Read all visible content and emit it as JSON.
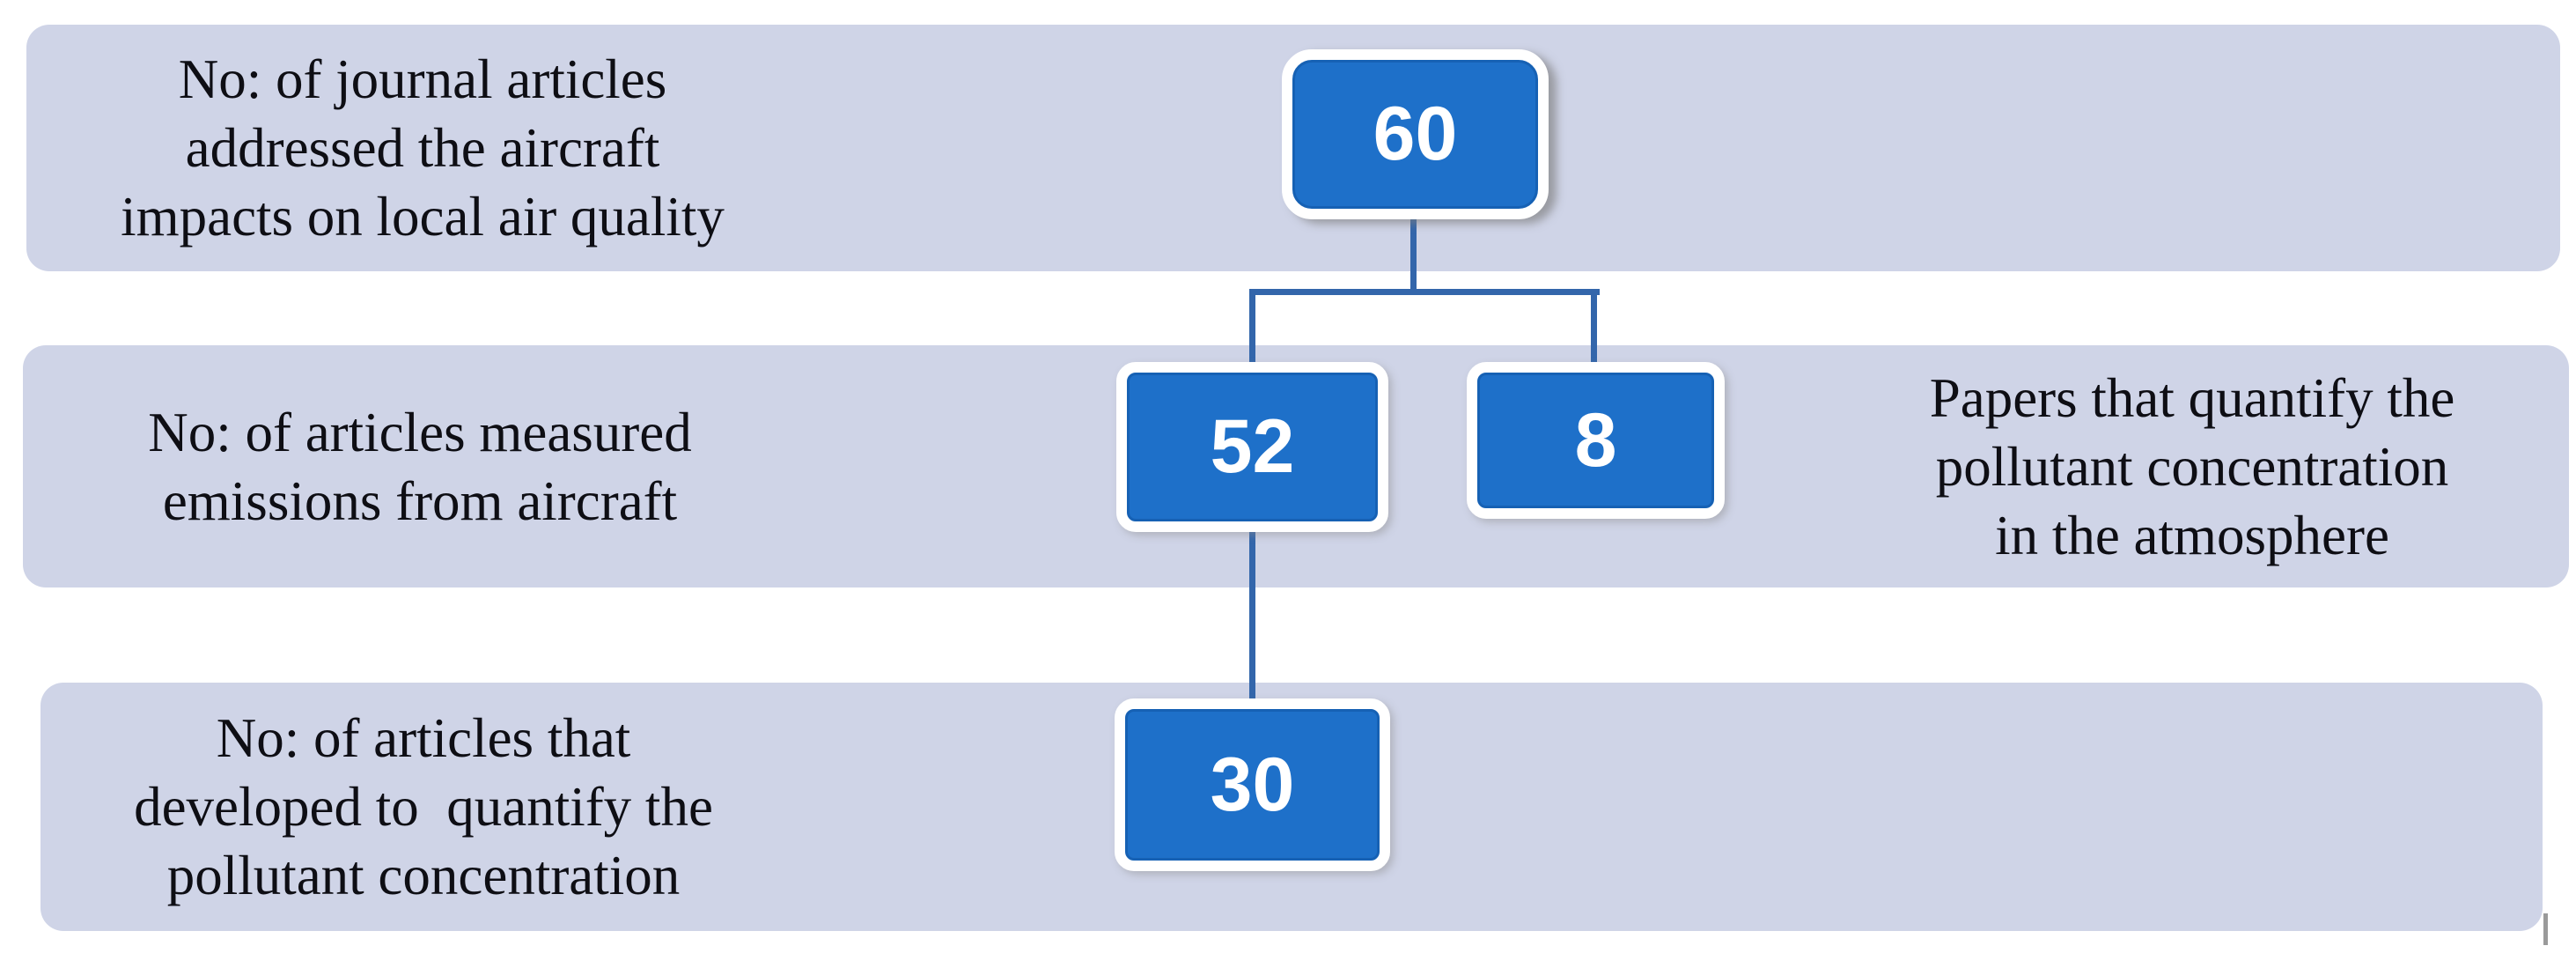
{
  "diagram": {
    "rows": [
      {
        "label_lines": [
          "No: of journal articles",
          "addressed the aircraft",
          "impacts on local air quality"
        ],
        "nodes": [
          {
            "value": "60"
          }
        ]
      },
      {
        "label_lines": [
          "No: of articles measured",
          "emissions from aircraft"
        ],
        "nodes": [
          {
            "value": "52"
          },
          {
            "value": "8"
          }
        ],
        "right_label_lines": [
          "Papers that quantify the",
          "pollutant concentration",
          "in the atmosphere"
        ]
      },
      {
        "label_lines": [
          "No: of articles that",
          "developed to  quantify the",
          "pollutant concentration"
        ],
        "nodes": [
          {
            "value": "30"
          }
        ]
      }
    ]
  },
  "colors": {
    "background": "#ffffff",
    "band_fill": "#cfd4e7",
    "node_fill": "#1e70c9",
    "node_border": "#ffffff",
    "node_text": "#ffffff",
    "connector": "#3366ab",
    "label_text": "#0e0e14",
    "tick": "#9a9a9a"
  }
}
